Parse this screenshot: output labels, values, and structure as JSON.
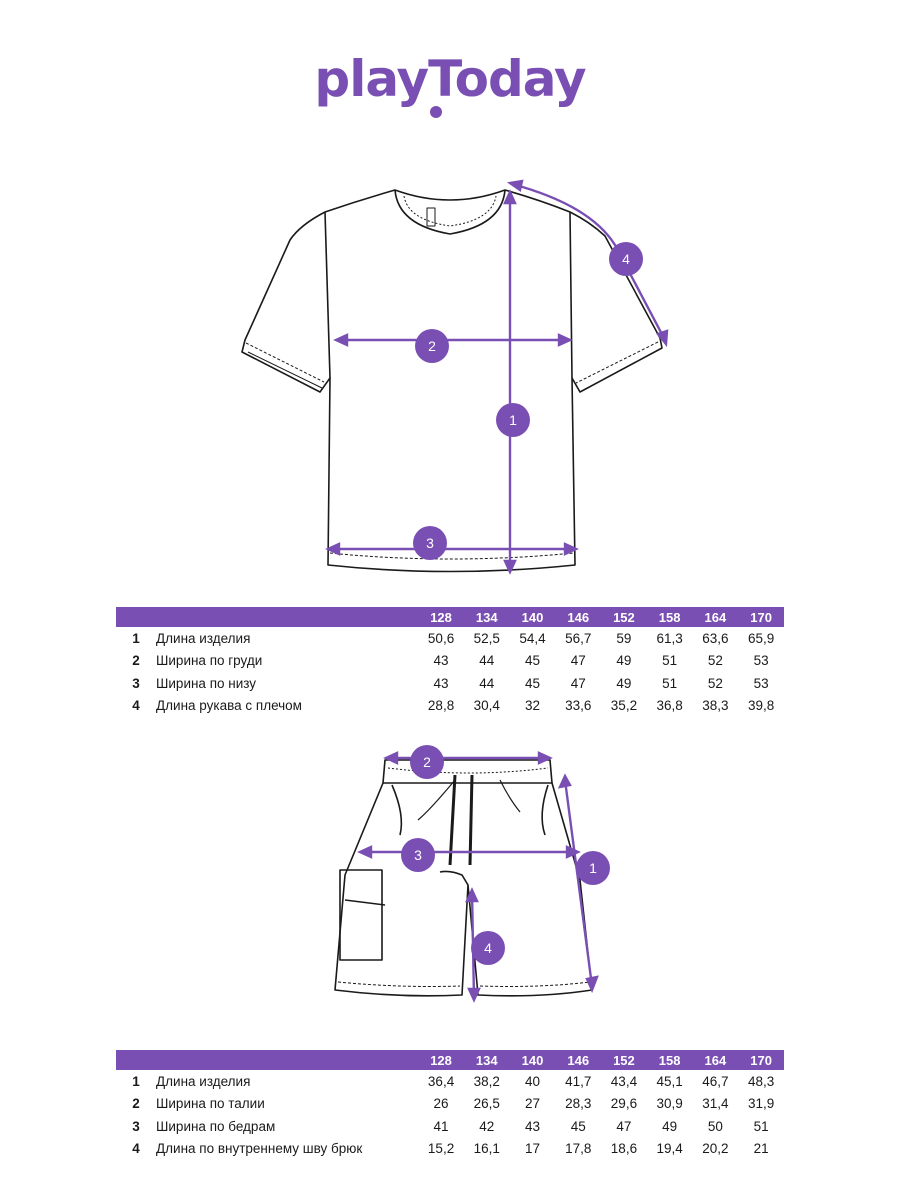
{
  "brand": {
    "logo_text": "playToday"
  },
  "colors": {
    "accent": "#7a4fb3",
    "line": "#1a1a1a"
  },
  "tshirt": {
    "markers": [
      "1",
      "2",
      "3",
      "4"
    ],
    "sizes": [
      "128",
      "134",
      "140",
      "146",
      "152",
      "158",
      "164",
      "170"
    ],
    "rows": [
      {
        "num": "1",
        "name": "Длина изделия",
        "values": [
          "50,6",
          "52,5",
          "54,4",
          "56,7",
          "59",
          "61,3",
          "63,6",
          "65,9"
        ]
      },
      {
        "num": "2",
        "name": "Ширина по груди",
        "values": [
          "43",
          "44",
          "45",
          "47",
          "49",
          "51",
          "52",
          "53"
        ]
      },
      {
        "num": "3",
        "name": "Ширина по низу",
        "values": [
          "43",
          "44",
          "45",
          "47",
          "49",
          "51",
          "52",
          "53"
        ]
      },
      {
        "num": "4",
        "name": "Длина рукава с плечом",
        "values": [
          "28,8",
          "30,4",
          "32",
          "33,6",
          "35,2",
          "36,8",
          "38,3",
          "39,8"
        ]
      }
    ]
  },
  "shorts": {
    "markers": [
      "1",
      "2",
      "3",
      "4"
    ],
    "sizes": [
      "128",
      "134",
      "140",
      "146",
      "152",
      "158",
      "164",
      "170"
    ],
    "rows": [
      {
        "num": "1",
        "name": "Длина изделия",
        "values": [
          "36,4",
          "38,2",
          "40",
          "41,7",
          "43,4",
          "45,1",
          "46,7",
          "48,3"
        ]
      },
      {
        "num": "2",
        "name": "Ширина по талии",
        "values": [
          "26",
          "26,5",
          "27",
          "28,3",
          "29,6",
          "30,9",
          "31,4",
          "31,9"
        ]
      },
      {
        "num": "3",
        "name": "Ширина по бедрам",
        "values": [
          "41",
          "42",
          "43",
          "45",
          "47",
          "49",
          "50",
          "51"
        ]
      },
      {
        "num": "4",
        "name": "Длина по внутреннему шву брюк",
        "values": [
          "15,2",
          "16,1",
          "17",
          "17,8",
          "18,6",
          "19,4",
          "20,2",
          "21"
        ]
      }
    ]
  }
}
